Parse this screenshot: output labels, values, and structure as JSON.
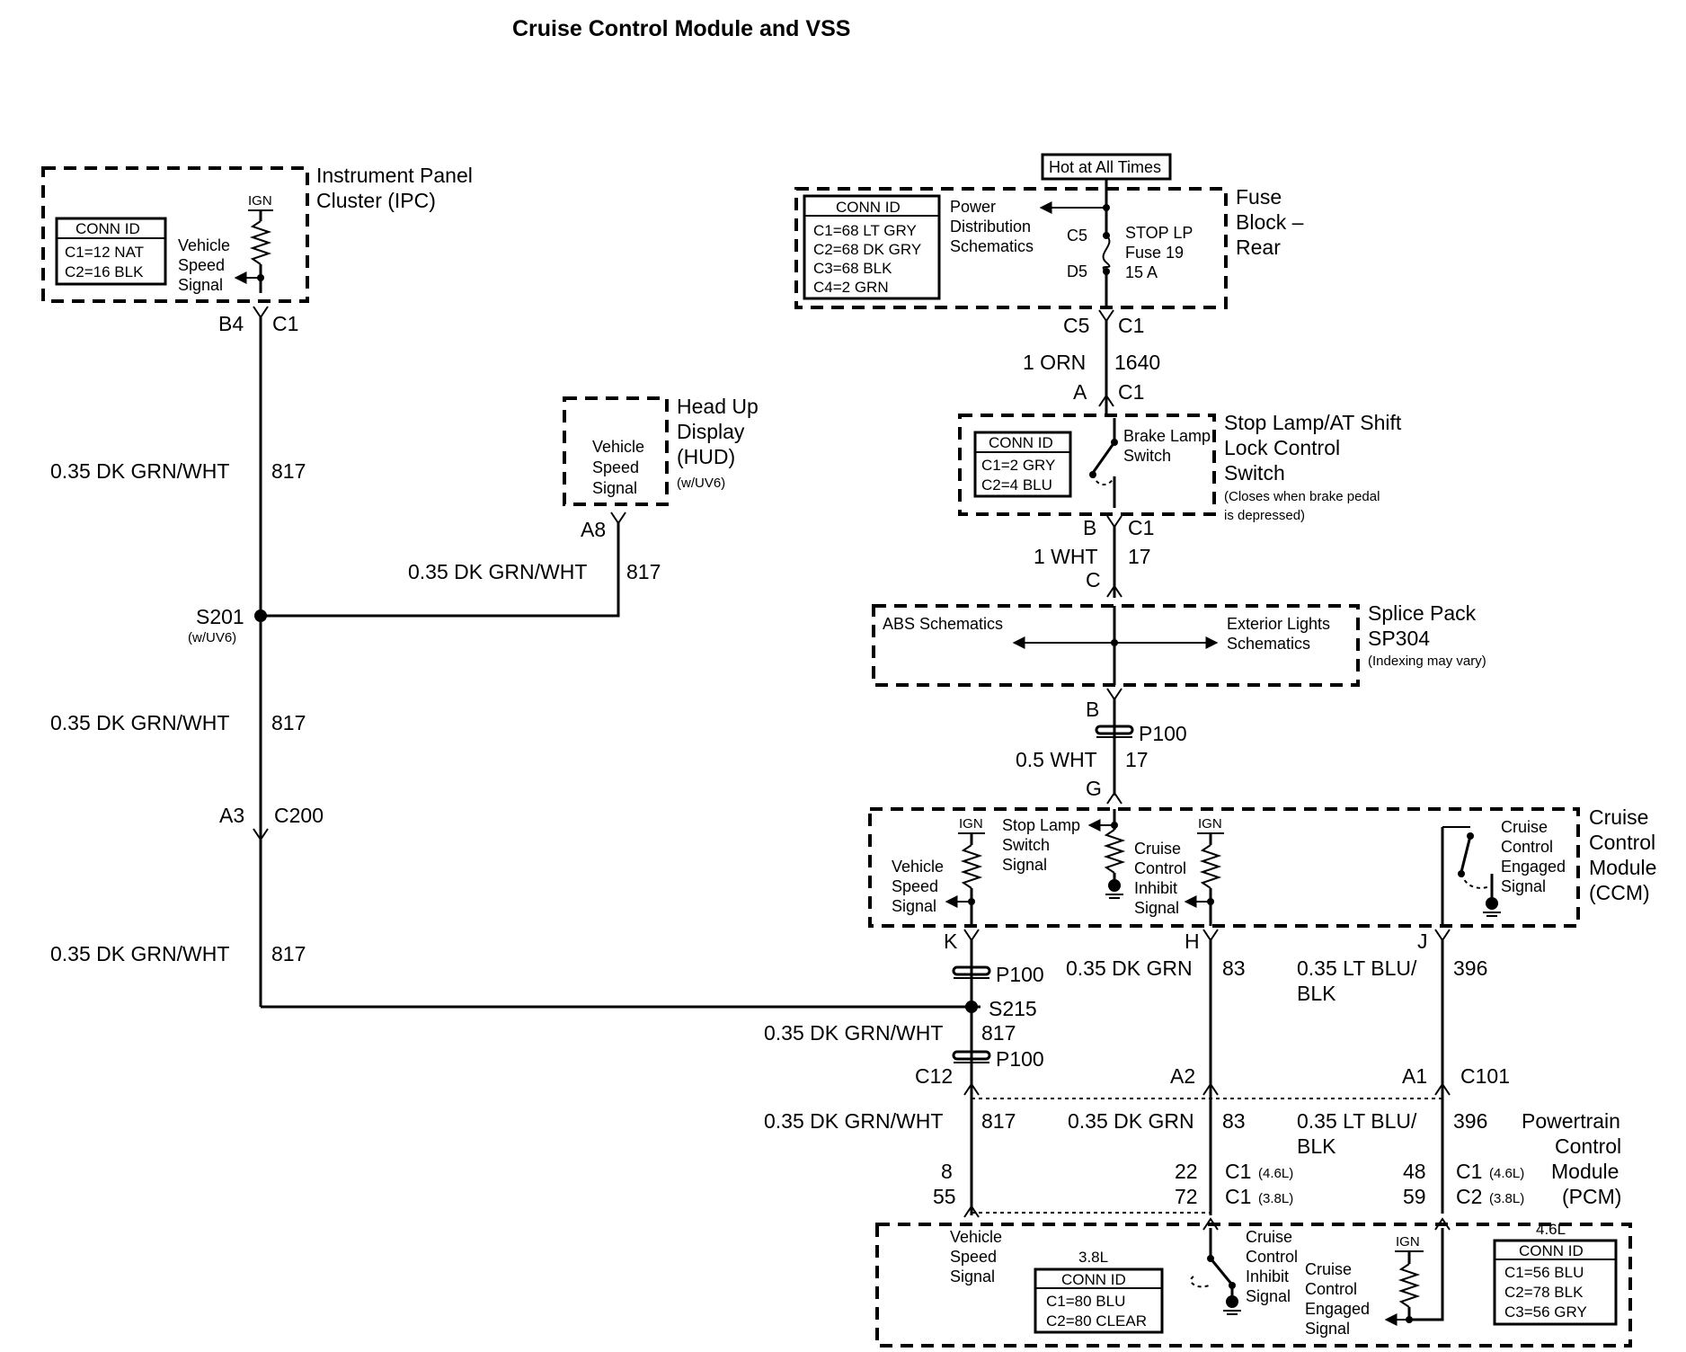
{
  "title": "Cruise Control Module and VSS",
  "ipc": {
    "name_line1": "Instrument Panel",
    "name_line2": "Cluster (IPC)",
    "conn_id_header": "CONN ID",
    "conn_c1": "C1=12 NAT",
    "conn_c2": "C2=16 BLK",
    "ign": "IGN",
    "signal_l1": "Vehicle",
    "signal_l2": "Speed",
    "signal_l3": "Signal",
    "pin": "B4",
    "connector": "C1"
  },
  "hud": {
    "name_line1": "Head Up",
    "name_line2": "Display",
    "name_line3": "(HUD)",
    "name_line4": "(w/UV6)",
    "signal_l1": "Vehicle",
    "signal_l2": "Speed",
    "signal_l3": "Signal",
    "pin": "A8"
  },
  "wires": {
    "dkgrnwht_gauge_color": "0.35 DK GRN/WHT",
    "circuit_817": "817",
    "orn_gauge_color": "1 ORN",
    "circuit_1640": "1640",
    "wht1_gauge_color": "1 WHT",
    "circuit_17": "17",
    "wht05_gauge_color": "0.5 WHT",
    "dkgrn_gauge_color": "0.35 DK GRN",
    "circuit_83": "83",
    "ltblublk_line1": "0.35 LT BLU/",
    "ltblublk_line2": "BLK",
    "circuit_396": "396"
  },
  "splices": {
    "s201": "S201",
    "s201_note": "(w/UV6)",
    "s215": "S215"
  },
  "connectors": {
    "a3": "A3",
    "c200": "C200",
    "p100": "P100",
    "c12": "C12",
    "a2": "A2",
    "a1": "A1",
    "c101": "C101"
  },
  "fuse_block": {
    "hot_label": "Hot at All Times",
    "name_line1": "Fuse",
    "name_line2": "Block –",
    "name_line3": "Rear",
    "conn_id_header": "CONN ID",
    "conn_c1": "C1=68 LT GRY",
    "conn_c2": "C2=68 DK GRY",
    "conn_c3": "C3=68 BLK",
    "conn_c4": "C4=2 GRN",
    "pds_l1": "Power",
    "pds_l2": "Distribution",
    "pds_l3": "Schematics",
    "c5": "C5",
    "d5": "D5",
    "fuse_l1": "STOP LP",
    "fuse_l2": "Fuse 19",
    "fuse_l3": "15 A",
    "out_pin": "C5",
    "out_conn": "C1"
  },
  "stop_switch": {
    "pin_a": "A",
    "conn_a": "C1",
    "name_line1": "Stop Lamp/AT Shift",
    "name_line2": "Lock Control",
    "name_line3": "Switch",
    "note_line1": "(Closes when brake pedal",
    "note_line2": "is depressed)",
    "conn_id_header": "CONN ID",
    "conn_c1": "C1=2 GRY",
    "conn_c2": "C2=4 BLU",
    "switch_l1": "Brake Lamp",
    "switch_l2": "Switch",
    "pin_b": "B",
    "conn_b": "C1"
  },
  "splice_pack": {
    "pin_c": "C",
    "abs": "ABS Schematics",
    "ext_l1": "Exterior Lights",
    "ext_l2": "Schematics",
    "name_line1": "Splice Pack",
    "name_line2": "SP304",
    "note": "(Indexing may vary)",
    "pin_b": "B",
    "pin_g": "G"
  },
  "ccm": {
    "name_line1": "Cruise",
    "name_line2": "Control",
    "name_line3": "Module",
    "name_line4": "(CCM)",
    "ign": "IGN",
    "vss_l1": "Vehicle",
    "vss_l2": "Speed",
    "vss_l3": "Signal",
    "stop_l1": "Stop Lamp",
    "stop_l2": "Switch",
    "stop_l3": "Signal",
    "inh_l1": "Cruise",
    "inh_l2": "Control",
    "inh_l3": "Inhibit",
    "inh_l4": "Signal",
    "eng_l1": "Cruise",
    "eng_l2": "Control",
    "eng_l3": "Engaged",
    "eng_l4": "Signal",
    "pin_k": "K",
    "pin_h": "H",
    "pin_j": "J"
  },
  "pcm": {
    "name_line1": "Powertrain",
    "name_line2": "Control",
    "name_line3": "Module",
    "name_line4": "(PCM)",
    "pin_8": "8",
    "pin_55": "55",
    "pin_22": "22",
    "pin_72": "72",
    "pin_48": "48",
    "pin_59": "59",
    "c1": "C1",
    "c2": "C2",
    "var_46": "(4.6L)",
    "var_38": "(3.8L)",
    "vss_l1": "Vehicle",
    "vss_l2": "Speed",
    "vss_l3": "Signal",
    "inh_l1": "Cruise",
    "inh_l2": "Control",
    "inh_l3": "Inhibit",
    "inh_l4": "Signal",
    "eng_l1": "Cruise",
    "eng_l2": "Control",
    "eng_l3": "Engaged",
    "eng_l4": "Signal",
    "ign": "IGN",
    "box38_title": "3.8L",
    "box38_header": "CONN ID",
    "box38_c1": "C1=80 BLU",
    "box38_c2": "C2=80 CLEAR",
    "box46_title": "4.6L",
    "box46_header": "CONN ID",
    "box46_c1": "C1=56 BLU",
    "box46_c2": "C2=78 BLK",
    "box46_c3": "C3=56 GRY"
  }
}
